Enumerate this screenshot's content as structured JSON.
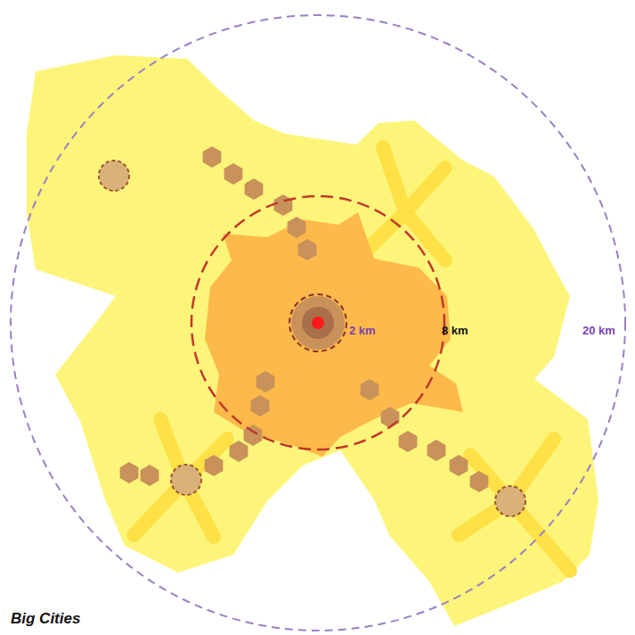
{
  "diagram": {
    "caption": "Big Cities",
    "labels": [
      "2 km",
      "8 km",
      "20 km"
    ]
  }
}
